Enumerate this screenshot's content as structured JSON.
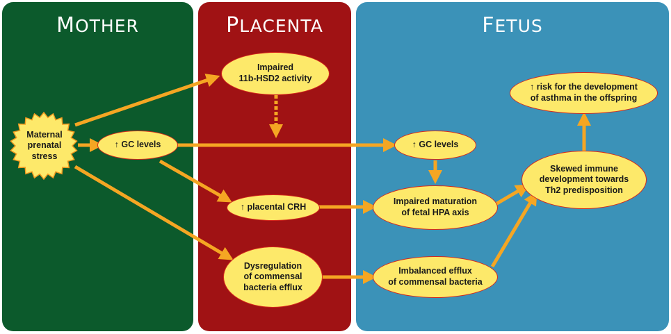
{
  "panels": {
    "mother": {
      "title": "Mother",
      "color": "#0c5a2c"
    },
    "placenta": {
      "title": "Placenta",
      "color": "#a01214"
    },
    "fetus": {
      "title": "Fetus",
      "color": "#3b92b8"
    }
  },
  "nodes": {
    "maternal_stress": "Maternal\nprenatal\nstress",
    "gc_mother": "↑ GC levels",
    "hsd2": "Impaired\n11b-HSD2 activity",
    "crh": "↑ placental CRH",
    "dysregulation": "Dysregulation\nof commensal\nbacteria efflux",
    "gc_fetus": "↑ GC levels",
    "hpa": "Impaired maturation\nof fetal HPA axis",
    "efflux": "Imbalanced efflux\nof commensal bacteria",
    "immune": "Skewed immune\ndevelopment towards\nTh2 predisposition",
    "asthma": "↑ risk for the development\nof asthma in the offspring"
  },
  "colors": {
    "arrow": "#f5a623",
    "node_fill": "#fde96a",
    "node_border": "#d6281c",
    "sun_fill": "#fde96a",
    "sun_border": "#f29a1f"
  }
}
